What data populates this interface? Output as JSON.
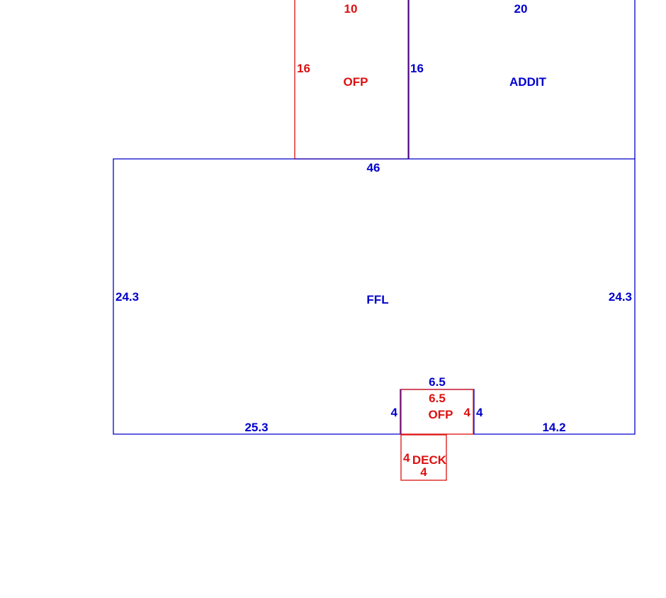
{
  "colors": {
    "blue": "#0000cc",
    "red": "#dd1111"
  },
  "areas": {
    "ffl": {
      "label": "FFL"
    },
    "addit": {
      "label": "ADDIT"
    },
    "ofp_top": {
      "label": "OFP"
    },
    "ofp_small": {
      "label": "OFP"
    },
    "deck": {
      "label": "DECK"
    }
  },
  "dimensions": {
    "ofp_top_width": "10",
    "addit_width": "20",
    "ofp_top_height": "16",
    "addit_height": "16",
    "ffl_top": "46",
    "ffl_left": "24.3",
    "ffl_right": "24.3",
    "ffl_bottom_left": "25.3",
    "ffl_bottom_right": "14.2",
    "ffl_notch_width": "6.5",
    "ffl_notch_left": "4",
    "ffl_notch_right": "4",
    "ofp_small_width": "6.5",
    "ofp_small_height": "4",
    "deck_side": "4",
    "deck_bottom": "4"
  }
}
